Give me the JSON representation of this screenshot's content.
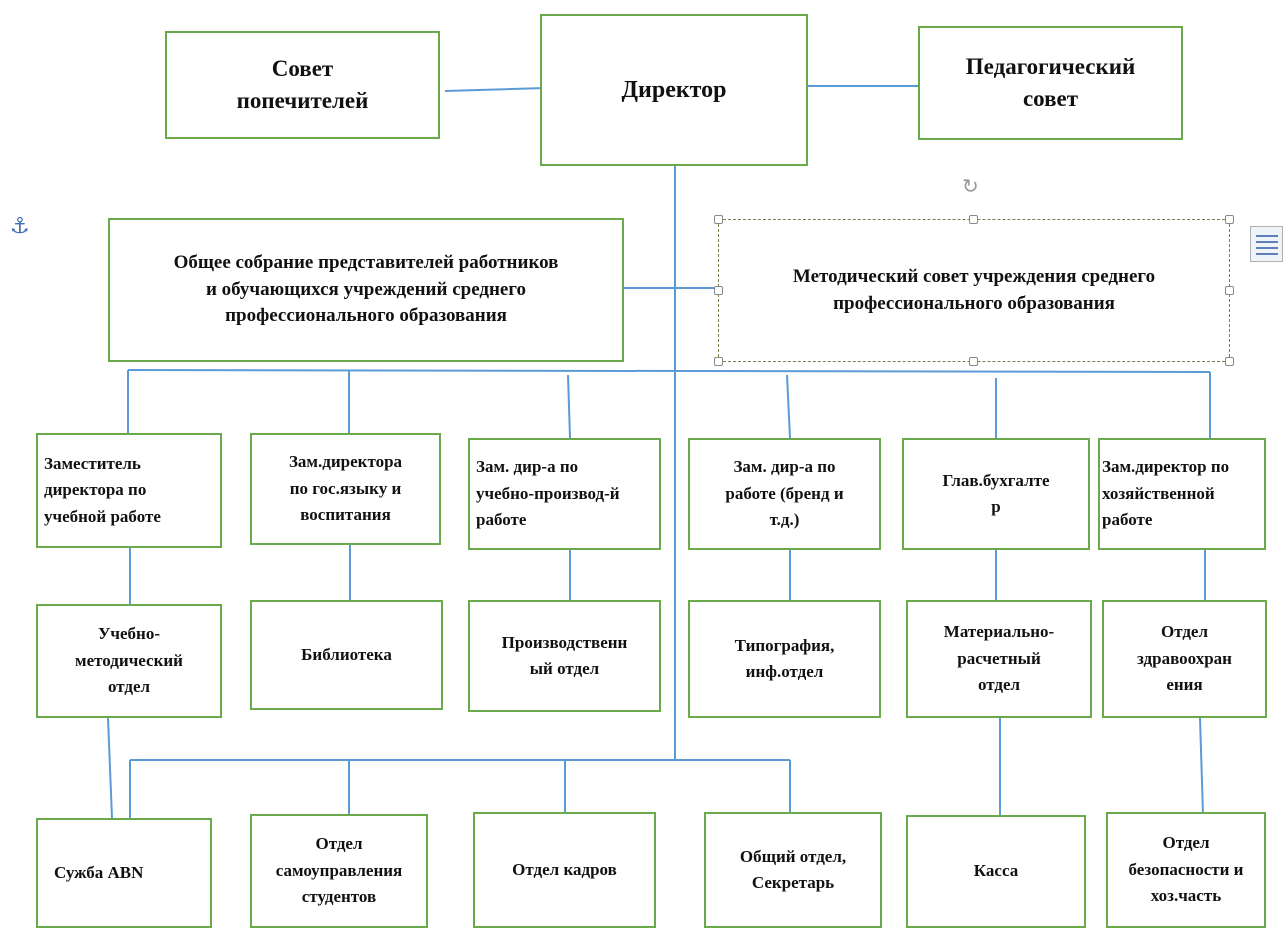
{
  "colors": {
    "box_border": "#6aaa4a",
    "connector": "#5b9bd5",
    "selection": "#7d7d4a",
    "anchor": "#3d6db5"
  },
  "icons": {
    "anchor": "anchor-icon",
    "rotate": "rotate-handle-icon",
    "layout_options": "layout-options-icon"
  },
  "top": {
    "board": [
      "Совет",
      "попечителей"
    ],
    "director": "Директор",
    "ped_council": [
      "Педагогический",
      "совет"
    ]
  },
  "middle": {
    "assembly": [
      "Общее собрание представителей работников",
      "и обучающихся учреждений среднего",
      "профессионального образования"
    ],
    "method_council": [
      "Методический совет учреждения среднего",
      "профессионального образования"
    ]
  },
  "deputies": [
    [
      "Заместитель",
      "директора по",
      "учебной работе"
    ],
    [
      "Зам.директора",
      "по гос.языку и",
      "воспитания"
    ],
    [
      "Зам. дир-а по",
      "учебно-производ-й",
      "работе"
    ],
    [
      "Зам. дир-а по",
      "работе (бренд и",
      "т.д.)"
    ],
    [
      "Глав.бухгалте",
      "р"
    ],
    [
      "Зам.директор по",
      "хозяйственной",
      "работе"
    ]
  ],
  "departments": [
    [
      "Учебно-",
      "методический",
      "отдел"
    ],
    [
      "Библиотека"
    ],
    [
      "Производственн",
      "ый отдел"
    ],
    [
      "Типография,",
      "инф.отдел"
    ],
    [
      "Материально-",
      "расчетный",
      "отдел"
    ],
    [
      "Отдел",
      "здравоохран",
      "ения"
    ]
  ],
  "bottom": [
    [
      "Сужба ABN"
    ],
    [
      "Отдел",
      "самоуправления",
      "студентов"
    ],
    [
      "Отдел кадров"
    ],
    [
      "Общий отдел,",
      "Секретарь"
    ],
    [
      "Касса"
    ],
    [
      "Отдел",
      "безопасности и",
      "хоз.часть"
    ]
  ]
}
